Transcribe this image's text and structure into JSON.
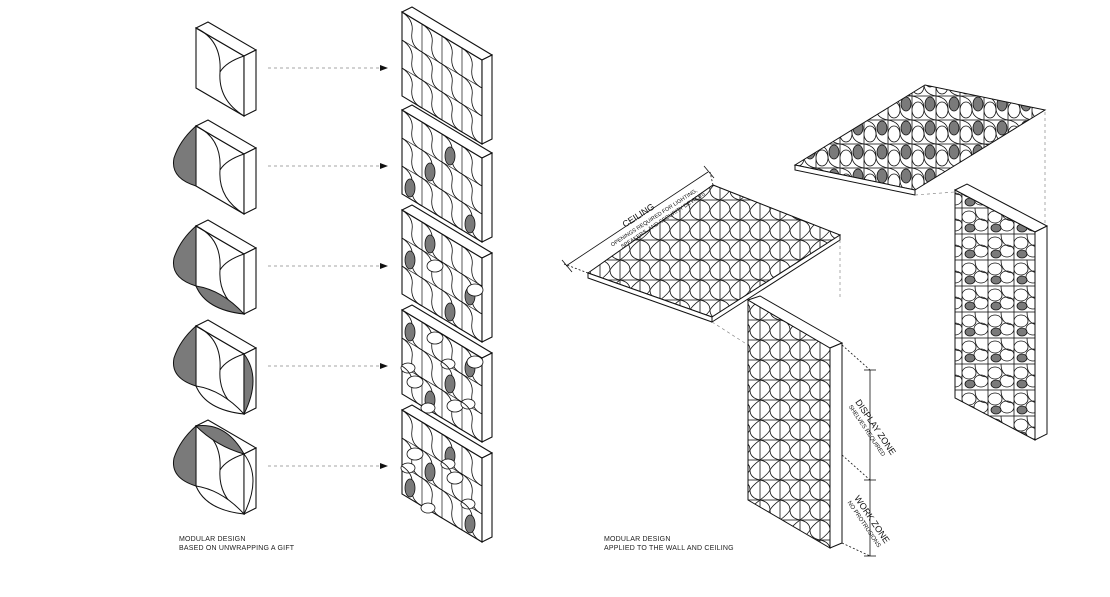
{
  "captions": {
    "left": {
      "line1": "MODULAR DESIGN",
      "line2": "BASED ON UNWRAPPING A GIFT"
    },
    "right": {
      "line1": "MODULAR DESIGN",
      "line2": "APPLIED TO THE WALL AND CEILING"
    }
  },
  "ceiling": {
    "title": "CEILING",
    "note1": "OPENINGS REQUIRED FOR LIGHTING,",
    "note2": "SPEAKERS, AND SECURITY DEVICES"
  },
  "zones": {
    "display": {
      "title": "DISPLAY ZONE",
      "note": "SHELVES REQUIRED"
    },
    "work": {
      "title": "WORK ZONE",
      "note": "NO PROTRUSIONS"
    }
  },
  "colors": {
    "line": "#111111",
    "fill": "#7a7a7a",
    "dash": "#888888"
  }
}
